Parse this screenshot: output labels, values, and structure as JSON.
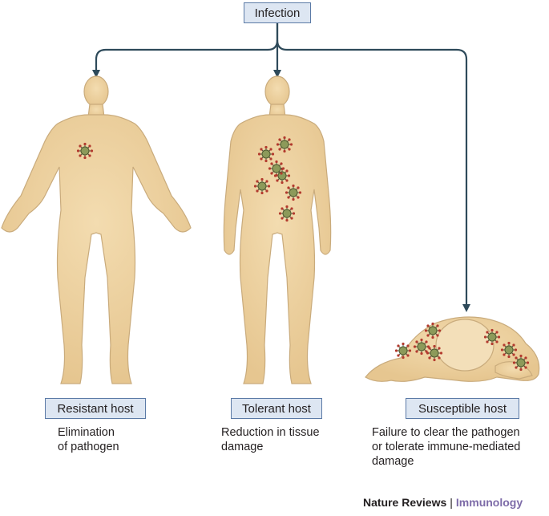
{
  "root_label": "Infection",
  "hosts": [
    {
      "label": "Resistant host",
      "outcome": [
        "Elimination",
        "of pathogen"
      ]
    },
    {
      "label": "Tolerant host",
      "outcome": [
        "Reduction in tissue",
        "damage"
      ]
    },
    {
      "label": "Susceptible host",
      "outcome": [
        "Failure to clear the pathogen",
        "or tolerate immune-mediated",
        "damage"
      ]
    }
  ],
  "credit": {
    "publisher": "Nature Reviews",
    "separator": "|",
    "journal": "Immunology"
  },
  "colors": {
    "skin": "#eccf9c",
    "skin_outline": "#c9ab7c",
    "arrow": "#2e4a5a",
    "label_box_fill": "#dde6f2",
    "label_box_border": "#5b7aa6",
    "pathogen_body": "#8c9a5a",
    "pathogen_spike": "#b23a2e",
    "journal_text": "#7d6ba8"
  },
  "pathogen_counts": {
    "resistant": 1,
    "tolerant": 7,
    "susceptible": 7
  }
}
